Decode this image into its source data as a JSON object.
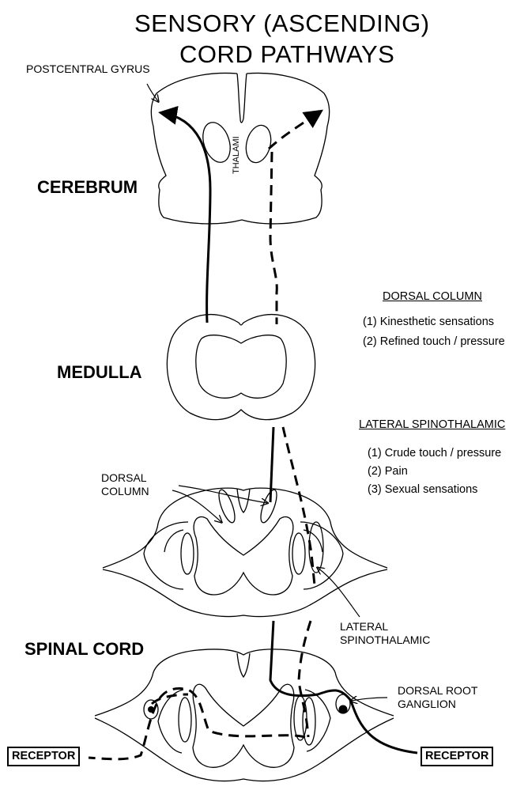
{
  "title": {
    "line1": "SENSORY (ASCENDING)",
    "line2": "CORD PATHWAYS"
  },
  "regions": {
    "cerebrum": "CEREBRUM",
    "medulla": "MEDULLA",
    "spinal_cord": "SPINAL CORD"
  },
  "labels": {
    "postcentral_gyrus": "POSTCENTRAL GYRUS",
    "thalami": "THALAMI",
    "dorsal_column_1": "DORSAL",
    "dorsal_column_2": "COLUMN",
    "lateral_spinothalamic_1": "LATERAL",
    "lateral_spinothalamic_2": "SPINOTHALAMIC",
    "dorsal_root_ganglion_1": "DORSAL ROOT",
    "dorsal_root_ganglion_2": "GANGLION",
    "receptor_left": "RECEPTOR",
    "receptor_right": "RECEPTOR"
  },
  "legend": {
    "dorsal_column": {
      "heading": "DORSAL COLUMN",
      "items": [
        "(1) Kinesthetic sensations",
        "(2) Refined touch / pressure"
      ]
    },
    "lateral_spinothalamic": {
      "heading": "LATERAL SPINOTHALAMIC",
      "items": [
        "(1) Crude touch / pressure",
        "(2) Pain",
        "(3) Sexual sensations"
      ]
    }
  },
  "pathways": [
    {
      "name": "dorsal column",
      "style": "solid"
    },
    {
      "name": "lateral spinothalamic",
      "style": "dashed"
    }
  ]
}
